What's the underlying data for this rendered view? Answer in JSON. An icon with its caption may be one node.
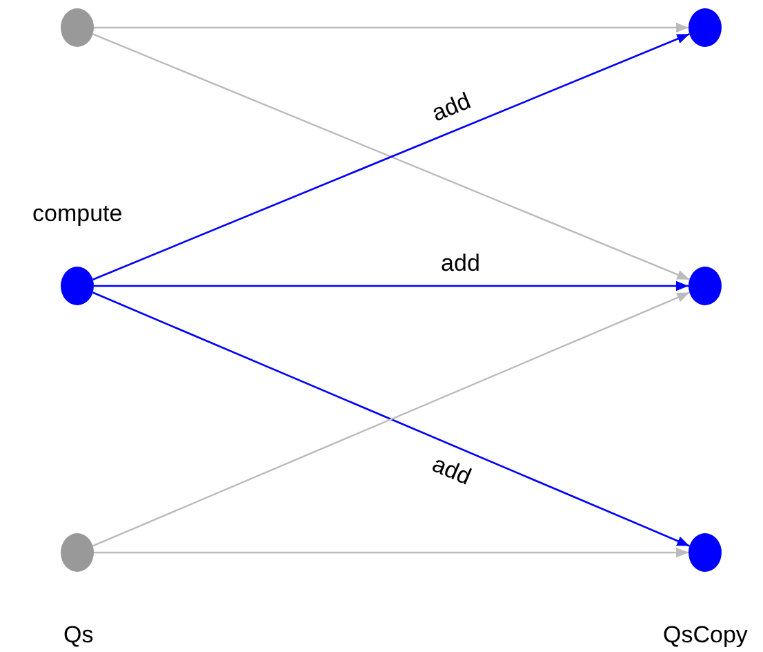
{
  "diagram": {
    "nodes": [
      {
        "text": [],
        "shape": "circle"
      },
      {
        "text": [],
        "shape": "circle",
        "beside": [
          "compute"
        ]
      },
      {
        "text": [],
        "shape": "circle"
      },
      {
        "text": [],
        "shape": "circle"
      },
      {
        "text": [],
        "shape": "circle"
      },
      {
        "text": [],
        "shape": "circle"
      }
    ],
    "edges": [
      {
        "from": 0,
        "to": 3,
        "arrow": "to"
      },
      {
        "from": 0,
        "to": 4,
        "arrow": "to"
      },
      {
        "from": 1,
        "to": 3,
        "arrow": "to",
        "label": "add",
        "color": "#0000ff"
      },
      {
        "from": 1,
        "to": 4,
        "arrow": "to",
        "label": "add",
        "color": "#0000ff"
      },
      {
        "from": 1,
        "to": 5,
        "arrow": "to",
        "label": "add",
        "color": "#0000ff"
      },
      {
        "from": 2,
        "to": 4,
        "arrow": "to"
      },
      {
        "from": 2,
        "to": 5,
        "arrow": "to"
      }
    ],
    "labels": [
      "Qs",
      "QsCopy"
    ]
  }
}
